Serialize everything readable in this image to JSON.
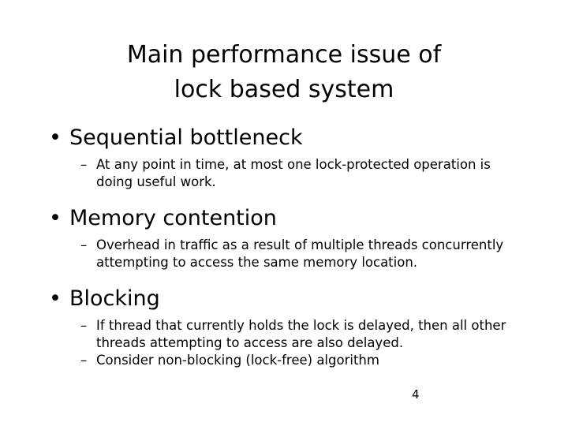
{
  "slide": {
    "background_color": "#ffffff",
    "text_color": "#000000",
    "title": "Main performance issue of\nlock based system",
    "page_number": "4",
    "bullet_marker": "•",
    "sub_bullet_marker": "–",
    "bullets": [
      {
        "label": "Sequential bottleneck",
        "sub": [
          "At any point in time, at most one lock-protected operation is doing useful work."
        ]
      },
      {
        "label": "Memory contention",
        "sub": [
          "Overhead in traffic as a result of multiple threads concurrently attempting to access the same memory location."
        ]
      },
      {
        "label": "Blocking",
        "sub": [
          "If thread that currently holds the lock is delayed, then all other threads attempting to access are also delayed.",
          "Consider non-blocking (lock-free) algorithm"
        ]
      }
    ]
  }
}
